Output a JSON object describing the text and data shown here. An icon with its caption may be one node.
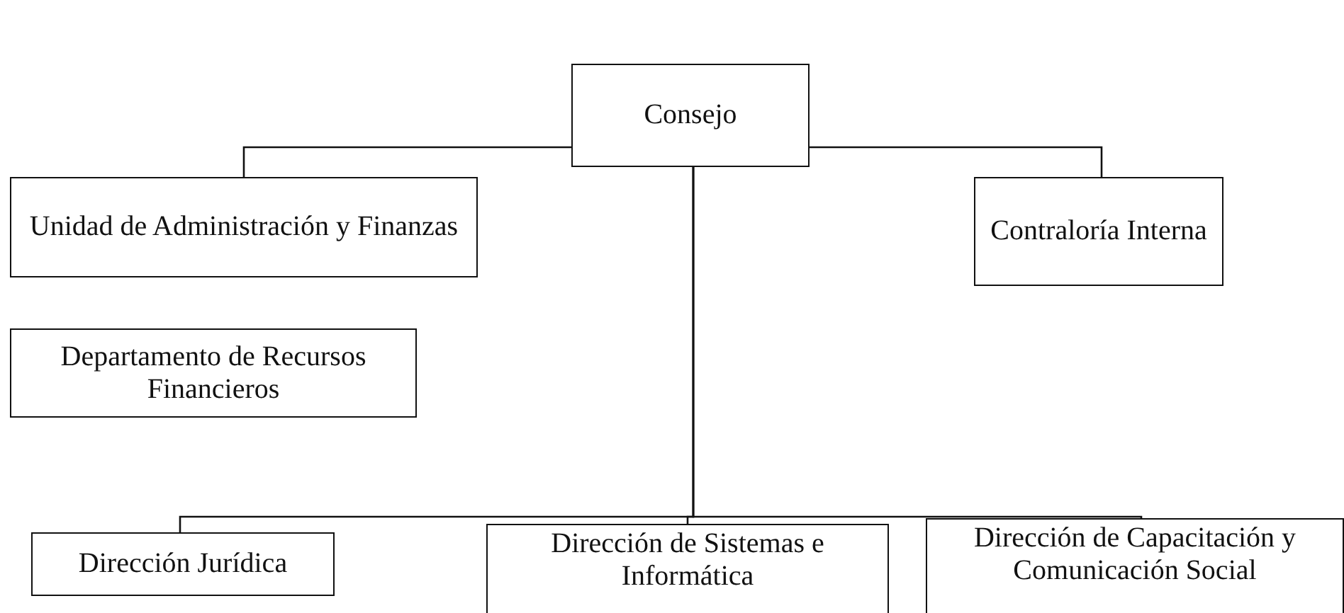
{
  "diagram": {
    "nodes": [
      {
        "text": [
          "Consejo"
        ]
      },
      {
        "text": [
          "Unidad de Administración y Finanzas"
        ]
      },
      {
        "text": [
          "Contraloría Interna"
        ]
      },
      {
        "text": [
          "Departamento de Recursos Financieros"
        ]
      },
      {
        "text": [
          "Dirección Jurídica"
        ]
      },
      {
        "text": [
          "Dirección de Sistemas e Informática"
        ]
      },
      {
        "text": [
          "Dirección de Capacitación y Comunicación Social"
        ]
      }
    ],
    "edges": [
      {
        "from": 0,
        "to": 1,
        "arrow": "none"
      },
      {
        "from": 0,
        "to": 2,
        "arrow": "none"
      },
      {
        "from": 0,
        "to": 4,
        "arrow": "none"
      },
      {
        "from": 0,
        "to": 5,
        "arrow": "none"
      },
      {
        "from": 0,
        "to": 6,
        "arrow": "none"
      }
    ]
  }
}
